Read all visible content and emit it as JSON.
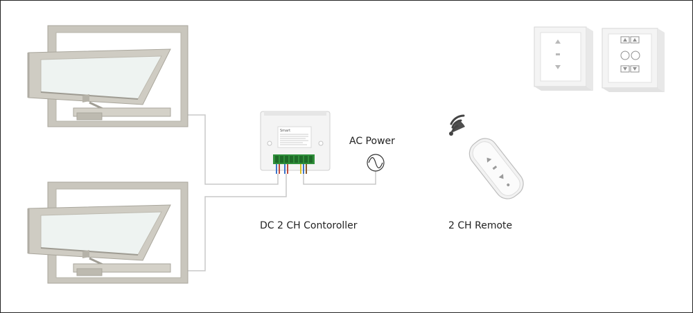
{
  "labels": {
    "ac_power": "AC Power",
    "controller": "DC 2 CH Contoroller",
    "remote": "2 CH Remote"
  },
  "controller_brand": "Smart",
  "colors": {
    "window_frame": "#c9c6bd",
    "window_frame_dark": "#a9a69c",
    "glass": "#eef3f1",
    "wire": "#c8c8c8",
    "text": "#222222"
  }
}
